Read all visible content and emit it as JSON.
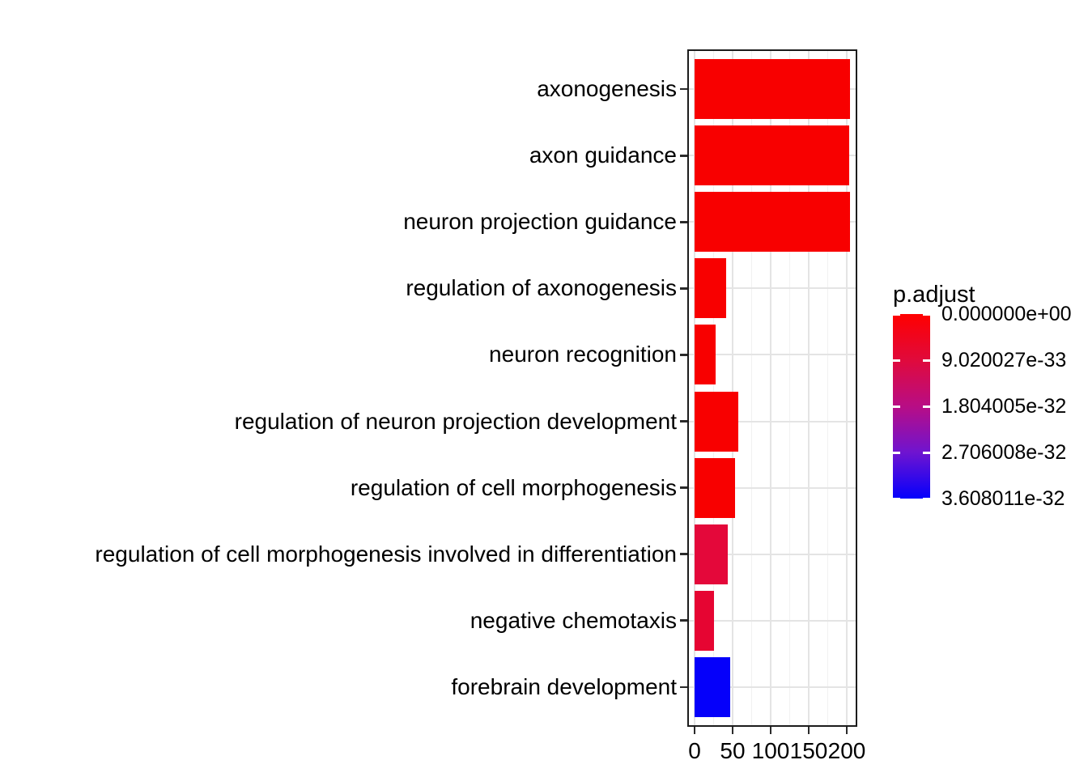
{
  "chart_data": {
    "type": "bar",
    "orientation": "horizontal",
    "title": "",
    "xlabel": "",
    "ylabel": "",
    "categories": [
      "axonogenesis",
      "axon guidance",
      "neuron projection guidance",
      "regulation of axonogenesis",
      "neuron recognition",
      "regulation of neuron projection development",
      "regulation of cell morphogenesis",
      "regulation of cell morphogenesis involved in differentiation",
      "negative chemotaxis",
      "forebrain development"
    ],
    "values": [
      204,
      203,
      204,
      42,
      28,
      57,
      53,
      44,
      25,
      47
    ],
    "bar_colors": [
      "#f80000",
      "#f80000",
      "#f80000",
      "#f80000",
      "#f80000",
      "#f80000",
      "#f80000",
      "#e4083a",
      "#e60532",
      "#0500fa"
    ],
    "xlim": [
      0,
      213
    ],
    "x_major_ticks": [
      0,
      50,
      100,
      150,
      200
    ],
    "x_tick_labels": [
      "0",
      "50",
      "100",
      "150",
      "200"
    ],
    "x_minor_ticks": [
      25,
      75,
      125,
      175
    ],
    "grid": true,
    "legend_position": "right",
    "legend": {
      "title": "p.adjust",
      "labels": [
        "0.000000e+00",
        "9.020027e-33",
        "1.804005e-32",
        "2.706008e-32",
        "3.608011e-32"
      ],
      "label_fractions": [
        0,
        0.25,
        0.5,
        0.75,
        1
      ],
      "gradient_stops": [
        "#ff0000",
        "#e00a3c",
        "#b80d85",
        "#6f14d0",
        "#0500fc"
      ]
    }
  }
}
